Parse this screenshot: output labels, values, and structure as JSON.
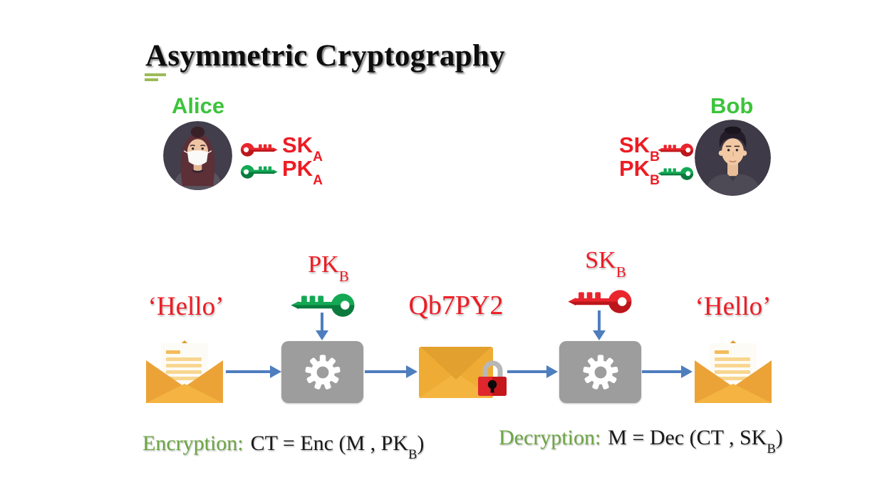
{
  "slide_title": "Asymmetric Cryptography",
  "alice": {
    "name": "Alice",
    "keys": [
      {
        "name": "SK",
        "sub": "A",
        "type": "private-key",
        "color": "red"
      },
      {
        "name": "PK",
        "sub": "A",
        "type": "public-key",
        "color": "green"
      }
    ]
  },
  "bob": {
    "name": "Bob",
    "keys": [
      {
        "name": "SK",
        "sub": "B",
        "type": "private-key",
        "color": "red"
      },
      {
        "name": "PK",
        "sub": "B",
        "type": "public-key",
        "color": "green"
      }
    ]
  },
  "flow": {
    "input_message": "‘Hello’",
    "encrypt_key": {
      "name": "PK",
      "sub": "B"
    },
    "ciphertext": "Qb7PY2",
    "decrypt_key": {
      "name": "SK",
      "sub": "B"
    },
    "output_message": "‘Hello’"
  },
  "formulas": {
    "encryption": {
      "label": "Encryption:",
      "text": "CT = Enc (M , PK",
      "sub": "B",
      "suffix": ")"
    },
    "decryption": {
      "label": "Decryption:",
      "text": "M = Dec (CT , SK",
      "sub": "B",
      "suffix": ")"
    }
  },
  "icons": {
    "private-key-icon": "red key glyph",
    "public-key-icon": "green key glyph",
    "gear-icon": "white gear ⚙ on gray box",
    "open-envelope-icon": "orange open envelope with letter",
    "sealed-envelope-icon": "orange sealed envelope",
    "padlock-icon": "red padlock 🔒",
    "arrow-right-icon": "blue right arrow →",
    "arrow-down-icon": "blue down arrow ↓",
    "alice-avatar": "illustrated woman wearing white face mask",
    "bob-avatar": "illustrated man in dark shirt"
  },
  "colors": {
    "name_green": "#3BC43B",
    "formula_green": "#6CA642",
    "label_red": "#ED1C24",
    "arrow_blue": "#4E7EBE",
    "key_red": "#E9252D",
    "key_green": "#12A150",
    "envelope_orange": "#F1AE37",
    "gear_box_gray": "#9D9D9D",
    "underline_green": "#9BBB59",
    "padlock_red": "#DC1F26"
  }
}
